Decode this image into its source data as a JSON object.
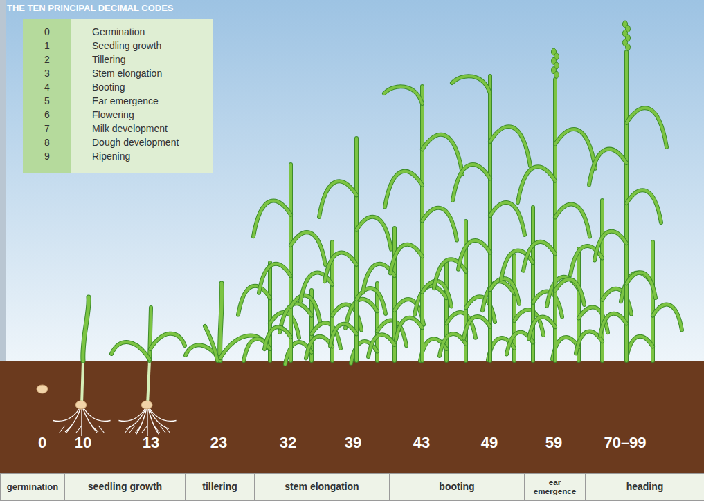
{
  "diagram": {
    "title": "THE TEN PRINCIPAL DECIMAL CODES",
    "nodes": [
      {
        "text": [
          "germination"
        ]
      },
      {
        "text": [
          "seedling growth"
        ]
      },
      {
        "text": [
          "tillering"
        ]
      },
      {
        "text": [
          "stem elongation"
        ]
      },
      {
        "text": [
          "booting"
        ]
      },
      {
        "text": [
          "ear emergence"
        ]
      },
      {
        "text": [
          "heading"
        ]
      }
    ],
    "edges": [],
    "labels": [
      "0",
      "Germination",
      "1",
      "Seedling growth",
      "2",
      "Tillering",
      "3",
      "Stem elongation",
      "4",
      "Booting",
      "5",
      "Ear emergence",
      "6",
      "Flowering",
      "7",
      "Milk development",
      "8",
      "Dough development",
      "9",
      "Ripening",
      "0",
      "10",
      "13",
      "23",
      "32",
      "39",
      "43",
      "49",
      "59",
      "70–99"
    ]
  }
}
